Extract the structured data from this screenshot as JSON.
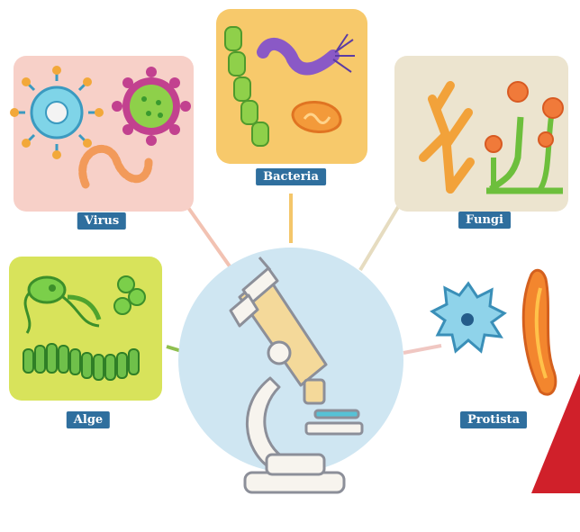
{
  "labels": {
    "virus": "Virus",
    "bacteria": "Bacteria",
    "fungi": "Fungi",
    "alge": "Alge",
    "protista": "Protista"
  },
  "colors": {
    "label_bg": "#2f6f9e",
    "virus_panel": "#f7d0c8",
    "bacteria_panel": "#f7c96b",
    "fungi_panel": "#ece4cf",
    "alge_panel": "#d8e35b",
    "center_circle": "#cfe6f2",
    "red_triangle": "#d0202a"
  },
  "icons": [
    "microscope-icon",
    "virus-icon",
    "bacteria-icon",
    "fungi-icon",
    "algae-icon",
    "protista-icon"
  ]
}
